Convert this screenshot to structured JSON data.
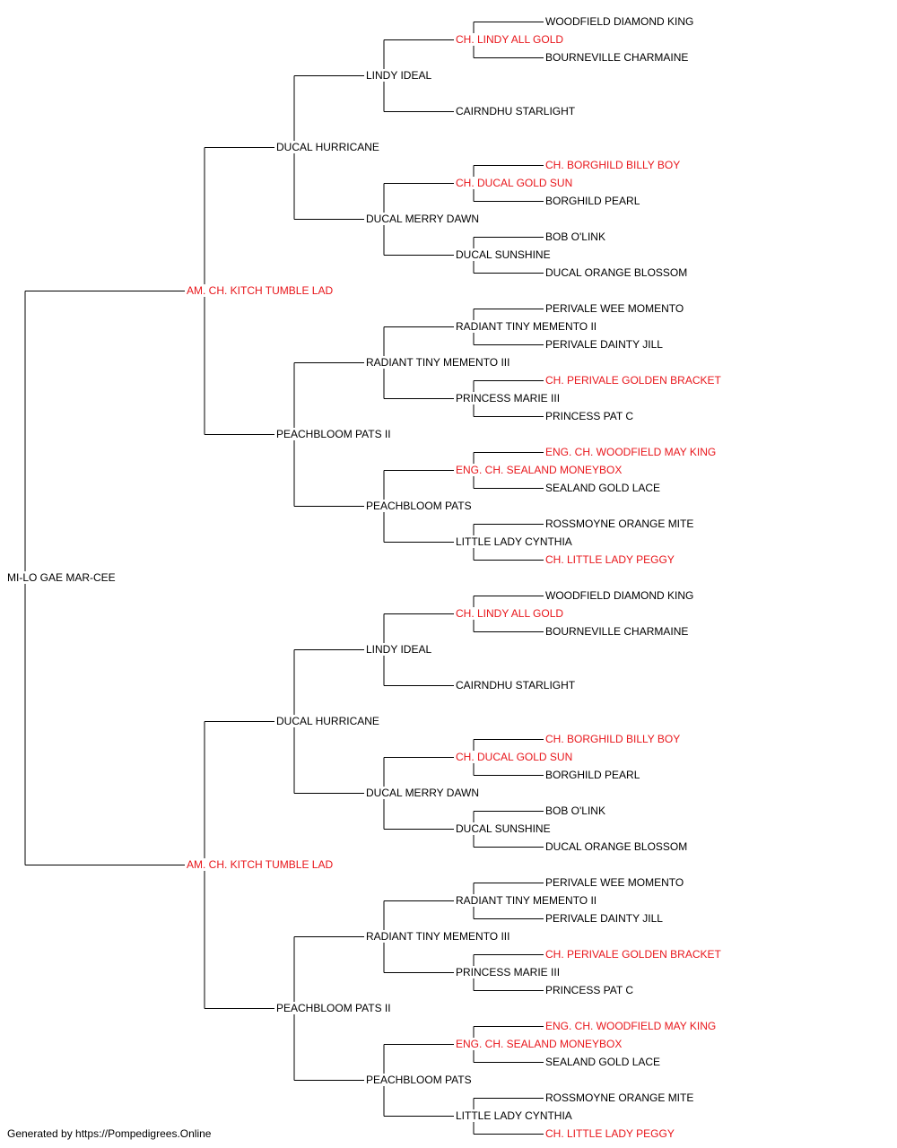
{
  "colors": {
    "champion": "#e8161b",
    "normal": "#000000",
    "line": "#000000"
  },
  "pedigree": {
    "name": "MI-LO GAE MAR-CEE",
    "ch": false,
    "sire": {
      "name": "AM. CH. KITCH TUMBLE LAD",
      "ch": true,
      "sire": {
        "name": "DUCAL HURRICANE",
        "ch": false,
        "sire": {
          "name": "LINDY IDEAL",
          "ch": false,
          "sire": {
            "name": "CH. LINDY ALL GOLD",
            "ch": true,
            "sire": {
              "name": "WOODFIELD DIAMOND KING",
              "ch": false
            },
            "dam": {
              "name": "BOURNEVILLE CHARMAINE",
              "ch": false
            }
          },
          "dam": {
            "name": "CAIRNDHU STARLIGHT",
            "ch": false
          }
        },
        "dam": {
          "name": "DUCAL MERRY DAWN",
          "ch": false,
          "sire": {
            "name": "CH. DUCAL GOLD SUN",
            "ch": true,
            "sire": {
              "name": "CH. BORGHILD BILLY BOY",
              "ch": true
            },
            "dam": {
              "name": "BORGHILD PEARL",
              "ch": false
            }
          },
          "dam": {
            "name": "DUCAL SUNSHINE",
            "ch": false,
            "sire": {
              "name": "BOB O'LINK",
              "ch": false
            },
            "dam": {
              "name": "DUCAL ORANGE BLOSSOM",
              "ch": false
            }
          }
        }
      },
      "dam": {
        "name": "PEACHBLOOM PATS II",
        "ch": false,
        "sire": {
          "name": "RADIANT TINY MEMENTO III",
          "ch": false,
          "sire": {
            "name": "RADIANT TINY MEMENTO II",
            "ch": false,
            "sire": {
              "name": "PERIVALE WEE MOMENTO",
              "ch": false
            },
            "dam": {
              "name": "PERIVALE DAINTY JILL",
              "ch": false
            }
          },
          "dam": {
            "name": "PRINCESS MARIE III",
            "ch": false,
            "sire": {
              "name": "CH. PERIVALE GOLDEN BRACKET",
              "ch": true
            },
            "dam": {
              "name": "PRINCESS PAT C",
              "ch": false
            }
          }
        },
        "dam": {
          "name": "PEACHBLOOM PATS",
          "ch": false,
          "sire": {
            "name": "ENG. CH. SEALAND MONEYBOX",
            "ch": true,
            "sire": {
              "name": "ENG. CH. WOODFIELD MAY KING",
              "ch": true
            },
            "dam": {
              "name": "SEALAND GOLD LACE",
              "ch": false
            }
          },
          "dam": {
            "name": "LITTLE LADY CYNTHIA",
            "ch": false,
            "sire": {
              "name": "ROSSMOYNE ORANGE MITE",
              "ch": false
            },
            "dam": {
              "name": "CH. LITTLE LADY PEGGY",
              "ch": true
            }
          }
        }
      }
    },
    "dam": {
      "name": "AM. CH. KITCH TUMBLE LAD",
      "ch": true,
      "sire": {
        "name": "DUCAL HURRICANE",
        "ch": false,
        "sire": {
          "name": "LINDY IDEAL",
          "ch": false,
          "sire": {
            "name": "CH. LINDY ALL GOLD",
            "ch": true,
            "sire": {
              "name": "WOODFIELD DIAMOND KING",
              "ch": false
            },
            "dam": {
              "name": "BOURNEVILLE CHARMAINE",
              "ch": false
            }
          },
          "dam": {
            "name": "CAIRNDHU STARLIGHT",
            "ch": false
          }
        },
        "dam": {
          "name": "DUCAL MERRY DAWN",
          "ch": false,
          "sire": {
            "name": "CH. DUCAL GOLD SUN",
            "ch": true,
            "sire": {
              "name": "CH. BORGHILD BILLY BOY",
              "ch": true
            },
            "dam": {
              "name": "BORGHILD PEARL",
              "ch": false
            }
          },
          "dam": {
            "name": "DUCAL SUNSHINE",
            "ch": false,
            "sire": {
              "name": "BOB O'LINK",
              "ch": false
            },
            "dam": {
              "name": "DUCAL ORANGE BLOSSOM",
              "ch": false
            }
          }
        }
      },
      "dam": {
        "name": "PEACHBLOOM PATS II",
        "ch": false,
        "sire": {
          "name": "RADIANT TINY MEMENTO III",
          "ch": false,
          "sire": {
            "name": "RADIANT TINY MEMENTO II",
            "ch": false,
            "sire": {
              "name": "PERIVALE WEE MOMENTO",
              "ch": false
            },
            "dam": {
              "name": "PERIVALE DAINTY JILL",
              "ch": false
            }
          },
          "dam": {
            "name": "PRINCESS MARIE III",
            "ch": false,
            "sire": {
              "name": "CH. PERIVALE GOLDEN BRACKET",
              "ch": true
            },
            "dam": {
              "name": "PRINCESS PAT C",
              "ch": false
            }
          }
        },
        "dam": {
          "name": "PEACHBLOOM PATS",
          "ch": false,
          "sire": {
            "name": "ENG. CH. SEALAND MONEYBOX",
            "ch": true,
            "sire": {
              "name": "ENG. CH. WOODFIELD MAY KING",
              "ch": true
            },
            "dam": {
              "name": "SEALAND GOLD LACE",
              "ch": false
            }
          },
          "dam": {
            "name": "LITTLE LADY CYNTHIA",
            "ch": false,
            "sire": {
              "name": "ROSSMOYNE ORANGE MITE",
              "ch": false
            },
            "dam": {
              "name": "CH. LITTLE LADY PEGGY",
              "ch": true
            }
          }
        }
      }
    }
  },
  "footer": "Generated by https://Pompedigrees.Online"
}
